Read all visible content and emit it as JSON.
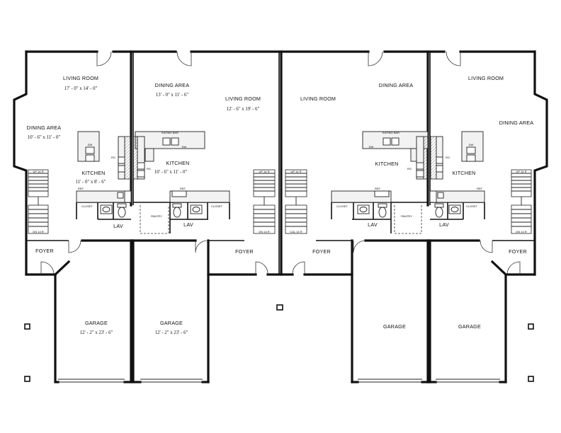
{
  "rooms": {
    "u1_living": "LIVING ROOM",
    "u1_living_dim": "17' - 0\" x 14' - 0\"",
    "u1_dining": "DINING AREA",
    "u1_dining_dim": "10' - 6\" x 11' - 0\"",
    "u1_kitchen": "KITCHEN",
    "u1_kitchen_dim": "11' - 0\" x 8' - 6\"",
    "u1_lav": "LAV",
    "u1_foyer": "FOYER",
    "u1_garage": "GARAGE",
    "u1_garage_dim": "12' - 2\" x 23' - 6\"",
    "u2_dining": "DINING AREA",
    "u2_dining_dim": "13' - 0\" x 11' - 6\"",
    "u2_living": "LIVING ROOM",
    "u2_living_dim": "12' - 6\" x 19' - 6\"",
    "u2_kitchen": "KITCHEN",
    "u2_kitchen_dim": "10' - 6\" x 11' - 0\"",
    "u2_lav": "LAV",
    "u2_foyer": "FOYER",
    "u2_garage": "GARAGE",
    "u2_garage_dim": "12' - 2\" x 23' - 6\"",
    "u3_living": "LIVING ROOM",
    "u3_dining": "DINING AREA",
    "u3_kitchen": "KITCHEN",
    "u3_lav": "LAV",
    "u3_foyer": "FOYER",
    "u3_garage": "GARAGE",
    "u4_living": "LIVING ROOM",
    "u4_dining": "DINING AREA",
    "u4_kitchen": "KITCHEN",
    "u4_lav": "LAV",
    "u4_foyer": "FOYER",
    "u4_garage": "GARAGE"
  },
  "small_labels": {
    "eating_bar": "EATING BAR",
    "dw": "DW",
    "ref": "REF",
    "closet": "CLOSET",
    "pantry": "PANTRY",
    "up_stair": "UP 14 R",
    "dn_stair": "DN 14 R",
    "cal_stair": "CAL 14 R",
    "rng": "RG"
  }
}
